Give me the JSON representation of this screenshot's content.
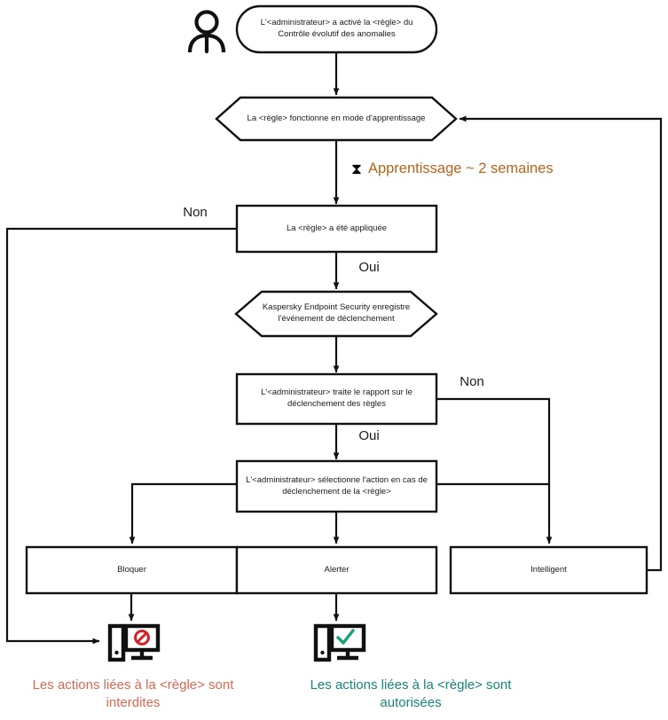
{
  "diagram": {
    "title": "Adaptive Anomaly Control rule workflow",
    "colors": {
      "stroke": "#111111",
      "learning_text": "#b5651d",
      "denied_text": "#e0664f",
      "allowed_text": "#15857f",
      "deny_badge": "#d32027",
      "allow_check": "#16a07a"
    }
  },
  "actor": {
    "icon": "person-icon",
    "label": ""
  },
  "nodes": {
    "start": {
      "shape": "rounded",
      "text": "L'<administrateur> a activé la <règle> du Contrôle évolutif des anomalies"
    },
    "learning_mode": {
      "shape": "hexagon",
      "text": "La <règle> fonctionne en mode d'apprentissage"
    },
    "rule_applied": {
      "shape": "rectangle",
      "text": "La <règle> a été appliquée"
    },
    "kes_logs": {
      "shape": "hexagon",
      "text": "Kaspersky Endpoint Security enregistre l'événement de déclenchement"
    },
    "admin_report": {
      "shape": "rectangle",
      "text": "L'<administrateur> traite le rapport sur le déclenchement des règles"
    },
    "admin_selects": {
      "shape": "rectangle",
      "text": "L'<administrateur> sélectionne l'action en cas de déclenchement de la <règle>"
    },
    "action_block": {
      "shape": "rectangle",
      "text": "Bloquer"
    },
    "action_alert": {
      "shape": "rectangle",
      "text": "Alerter"
    },
    "action_smart": {
      "shape": "rectangle",
      "text": "Intelligent"
    }
  },
  "edge_labels": {
    "learning_duration": "Apprentissage ~ 2 semaines",
    "hourglass_icon": "⧗",
    "applied_no": "Non",
    "applied_yes": "Oui",
    "report_no": "Non",
    "report_yes": "Oui"
  },
  "outcomes": {
    "denied": {
      "icon": "monitor-blocked-icon",
      "caption": "Les actions liées à la <règle> sont\ninterdites"
    },
    "allowed": {
      "icon": "monitor-allowed-icon",
      "caption": "Les actions liées à la <règle> sont\nautorisées"
    }
  }
}
